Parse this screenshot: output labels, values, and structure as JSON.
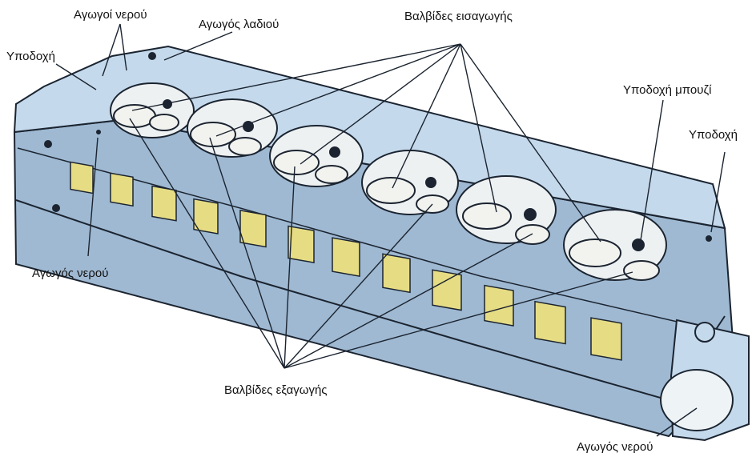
{
  "labels": {
    "water_ducts_top": "Αγωγοί νερού",
    "oil_duct": "Αγωγός λαδιού",
    "intake_valves": "Βαλβίδες εισαγωγής",
    "socket_left": "Υποδοχή",
    "injector_socket": "Υποδοχή μπουζί",
    "socket_right": "Υποδοχή",
    "water_duct_left": "Αγωγός νερού",
    "exhaust_valves": "Βαλβίδες εξαγωγής",
    "water_duct_bottom": "Αγωγός νερού"
  },
  "colors": {
    "body": "#c4d9ec",
    "body_shadow": "#9fb9d2",
    "outline": "#1b2430",
    "port": "#e6dc84",
    "valve": "#f2f3ef",
    "chamber": "#eef1f2"
  }
}
